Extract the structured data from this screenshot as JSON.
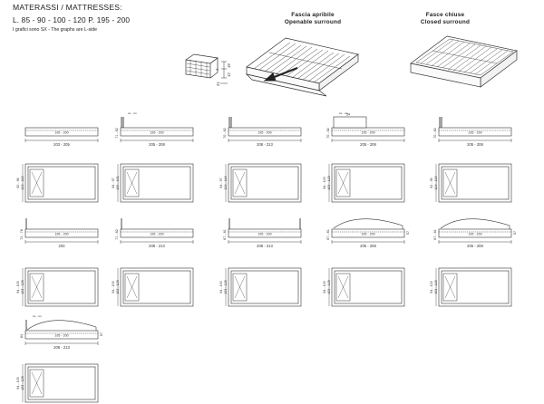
{
  "header": {
    "title": "MATERASSI / MATTRESSES:",
    "dims": "L. 85 - 90 - 100 - 120    P. 195 - 200",
    "note": "I grafici sono SX  -  The graphs are L-side"
  },
  "captions": {
    "openable": {
      "it": "Fascia apribile",
      "en": "Openable surround"
    },
    "closed": {
      "it": "Fasce chiuse",
      "en": "Closed surround"
    }
  },
  "detail": {
    "dim1": "19",
    "dim2": "12",
    "dim3": "21",
    "dim4": "4"
  },
  "row1": [
    {
      "top": "",
      "sideH": "",
      "inner": "195 - 200",
      "bottom": "203 - 205",
      "hasHead": false
    },
    {
      "top": "ca. - cm",
      "sideH": "71 - 82",
      "inner": "195 - 200",
      "bottom": "205 - 208",
      "hasHead": true
    },
    {
      "top": "",
      "sideH": "70 - 82",
      "inner": "195 - 200",
      "bottom": "208 - 213",
      "hasHead": true
    },
    {
      "top": "ca. - cm",
      "top2": "54",
      "sideH": "70 - 82",
      "inner": "195 - 200",
      "bottom": "205 - 208",
      "hasHead": true
    },
    {
      "top": "",
      "sideH": "70 - 82",
      "inner": "195 - 200",
      "bottom": "205 - 208",
      "hasHead": true
    }
  ],
  "row2": [
    {
      "dims": [
        "92 - 96",
        "124 - 116"
      ]
    },
    {
      "dims": [
        "94 - 97",
        "100 - 101"
      ]
    },
    {
      "dims": [
        "94 - 97",
        "124 - 116"
      ]
    },
    {
      "dims": [
        "94 - 100",
        "103 - 123"
      ]
    },
    {
      "dims": [
        "92 - 96",
        "124 - 116"
      ]
    }
  ],
  "row3": [
    {
      "sideH": "72 - 78",
      "inner": "195 - 200",
      "bottom": "203",
      "side2": ""
    },
    {
      "sideH": "71 - 82",
      "inner": "195 - 200",
      "bottom": "208 - 213",
      "side2": ""
    },
    {
      "sideH": "67 - 81",
      "inner": "195 - 200",
      "bottom": "208 - 213",
      "side2": ""
    },
    {
      "sideH": "67 - 81",
      "inner": "195 - 200",
      "bottom": "205 - 208",
      "side2": "57"
    },
    {
      "sideH": "67 - 81",
      "inner": "195 - 200",
      "bottom": "205 - 208",
      "side2": "57"
    }
  ],
  "row4": [
    {
      "dims": [
        "94 - 100",
        "103 - 129"
      ]
    },
    {
      "dims": [
        "94 - 100",
        "103 - 129"
      ]
    },
    {
      "dims": [
        "94 - 100",
        "103 - 129"
      ]
    },
    {
      "dims": [
        "94 - 100",
        "103 - 129"
      ]
    },
    {
      "dims": [
        "94 - 100",
        "103 - 129"
      ]
    }
  ],
  "row5": {
    "top": "ca. - cm",
    "sideH": "84",
    "inner": "195 - 200",
    "bottom": "208 - 213",
    "side2": "57"
  },
  "row6": {
    "dims": [
      "94 - 100",
      "103 - 129"
    ]
  }
}
